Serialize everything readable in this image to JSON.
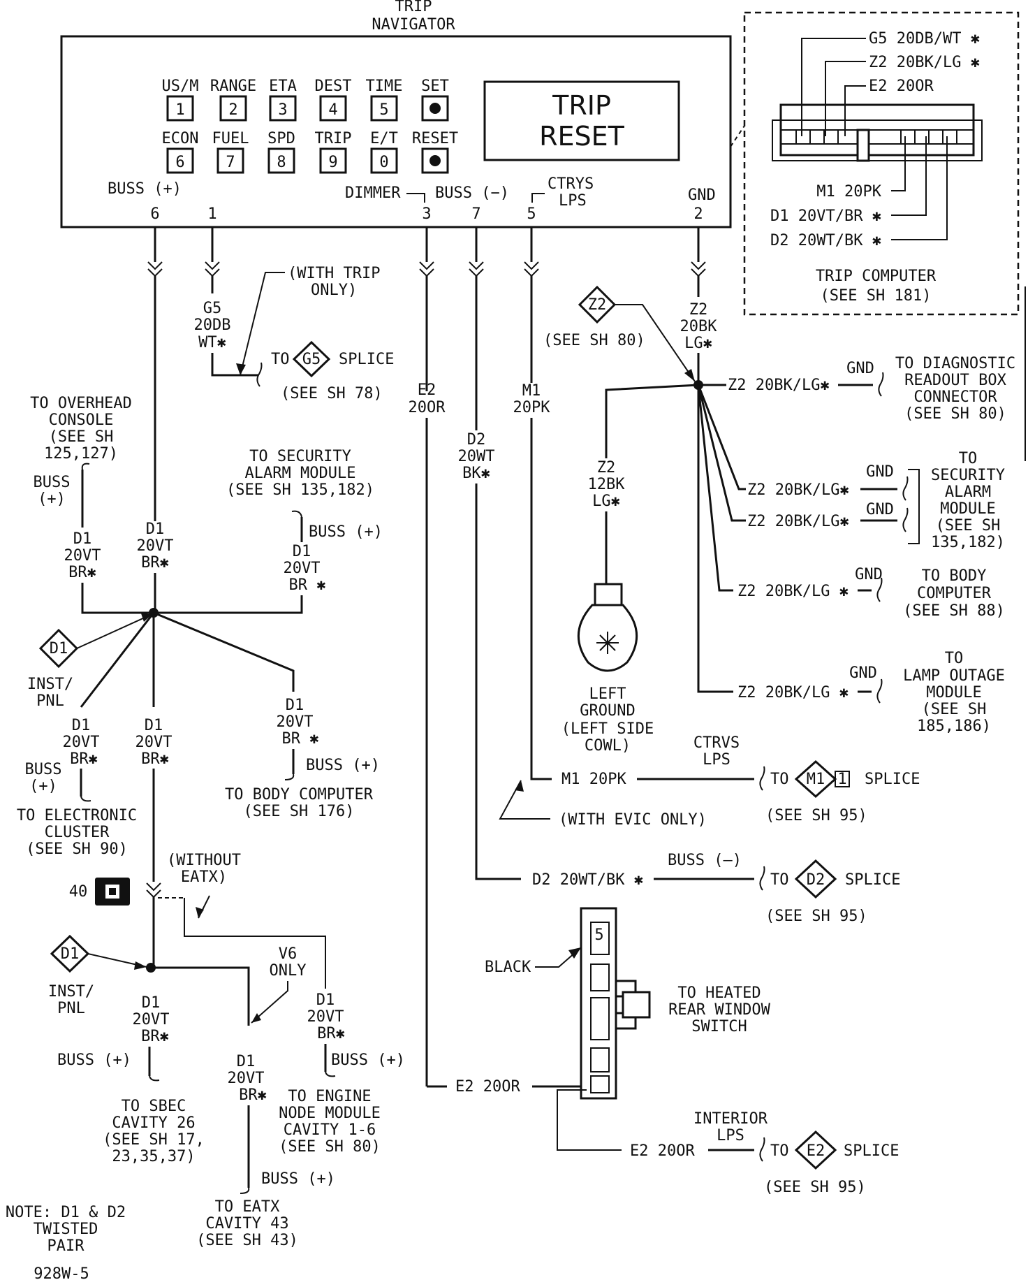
{
  "navigator": {
    "title1": "TRIP",
    "title2": "NAVIGATOR",
    "display_line1": "TRIP",
    "display_line2": "RESET",
    "keys_row1": [
      {
        "label": "US/M",
        "key": "1"
      },
      {
        "label": "RANGE",
        "key": "2"
      },
      {
        "label": "ETA",
        "key": "3"
      },
      {
        "label": "DEST",
        "key": "4"
      },
      {
        "label": "TIME",
        "key": "5"
      },
      {
        "label": "SET",
        "key": ""
      }
    ],
    "keys_row2": [
      {
        "label": "ECON",
        "key": "6"
      },
      {
        "label": "FUEL",
        "key": "7"
      },
      {
        "label": "SPD",
        "key": "8"
      },
      {
        "label": "TRIP",
        "key": "9"
      },
      {
        "label": "E/T",
        "key": "0"
      },
      {
        "label": "RESET",
        "key": ""
      }
    ],
    "pin_label_buss_pos": "BUSS (+)",
    "pin_label_dimmer": "DIMMER",
    "pin_label_buss_neg": "BUSS (−)",
    "pin_label_ctrys": "CTRYS",
    "pin_label_lps": "LPS",
    "pin_label_gnd": "GND",
    "pins": [
      "6",
      "1",
      "3",
      "7",
      "5",
      "2"
    ]
  },
  "trip_computer": {
    "wires_top": [
      "G5 20DB/WT ✱",
      "Z2 20BK/LG ✱",
      "E2 20OR"
    ],
    "wires_bottom": [
      "M1 20PK",
      "D1 20VT/BR ✱",
      "D2 20WT/BK ✱"
    ],
    "title": "TRIP COMPUTER",
    "ref": "(SEE SH 181)"
  },
  "labels": {
    "with_trip_only_1": "(WITH TRIP",
    "with_trip_only_2": "ONLY)",
    "g5_a": "G5",
    "g5_b": "20DB",
    "g5_c": "WT✱",
    "to": "TO",
    "g5": "G5",
    "splice": "SPLICE",
    "see_sh_78": "(SEE SH 78)",
    "e2_a": "E2",
    "e2_b": "20OR",
    "d2_a": "D2",
    "d2_b": "20WT",
    "d2_c": "BK✱",
    "m1_a": "M1",
    "m1_b": "20PK",
    "z2": "Z2",
    "see_sh_80": "(SEE SH 80)",
    "z2_a": "Z2",
    "z2_b": "20BK",
    "z2_c": "LG✱",
    "z2_wire": "Z2 20BK/LG✱",
    "z2_wire_sp": "Z2 20BK/LG ✱",
    "gnd": "GND",
    "diag_1": "TO DIAGNOSTIC",
    "diag_2": "READOUT BOX",
    "diag_3": "CONNECTOR",
    "diag_4": "(SEE SH 80)",
    "sec_1": "TO",
    "sec_2": "SECURITY",
    "sec_3": "ALARM",
    "sec_4": "MODULE",
    "sec_5": "(SEE SH",
    "sec_6": "135,182)",
    "body_1": "TO BODY",
    "body_2": "COMPUTER",
    "body_3": "(SEE SH 88)",
    "lamp_1": "TO",
    "lamp_2": "LAMP OUTAGE",
    "lamp_3": "MODULE",
    "lamp_4": "(SEE SH",
    "lamp_5": "185,186)",
    "z2_12_a": "Z2",
    "z2_12_b": "12BK",
    "z2_12_c": "LG✱",
    "lg_1": "LEFT",
    "lg_2": "GROUND",
    "lg_3": "(LEFT SIDE",
    "lg_4": "COWL)",
    "ctrvs": "CTRVS",
    "lps": "LPS",
    "m1_wire": "M1 20PK",
    "m1": "M1",
    "m1_pin": "1",
    "see_sh_95": "(SEE SH 95)",
    "with_evic": "(WITH EVIC ONLY)",
    "buss_neg": "BUSS (—)",
    "d2_wire": "D2 20WT/BK ✱",
    "d2": "D2",
    "overhead_1": "TO OVERHEAD",
    "overhead_2": "CONSOLE",
    "overhead_3": "(SEE SH",
    "overhead_4": "125,127)",
    "buss": "BUSS",
    "plus": "(+)",
    "buss_plus": "BUSS (+)",
    "secmod_1": "TO SECURITY",
    "secmod_2": "ALARM MODULE",
    "secmod_3": "(SEE SH 135,182)",
    "d1": "D1",
    "d1_20vt": "20VT",
    "d1_br": "BR✱",
    "d1_br_sp": "BR ✱",
    "inst": "INST/",
    "pnl": "PNL",
    "to_body_computer": "TO BODY COMPUTER",
    "see_sh_176": "(SEE SH 176)",
    "elec_1": "TO ELECTRONIC",
    "elec_2": "CLUSTER",
    "elec_3": "(SEE SH 90)",
    "without_1": "(WITHOUT",
    "without_2": "EATX)",
    "conn_40": "40",
    "v6_1": "V6",
    "v6_2": "ONLY",
    "sbec_1": "TO SBEC",
    "sbec_2": "CAVITY 26",
    "sbec_3": "(SEE SH 17,",
    "sbec_4": "23,35,37)",
    "eng_1": "TO ENGINE",
    "eng_2": "NODE MODULE",
    "eng_3": "CAVITY 1-6",
    "eng_4": "(SEE SH 80)",
    "eatx_1": "TO EATX",
    "eatx_2": "CAVITY 43",
    "eatx_3": "(SEE SH 43)",
    "note_1": "NOTE: D1 & D2",
    "note_2": "TWISTED",
    "note_3": "PAIR",
    "fig": "928W-5",
    "black": "BLACK",
    "cav5": "5",
    "heated_1": "TO HEATED",
    "heated_2": "REAR WINDOW",
    "heated_3": "SWITCH",
    "e2_wire": "E2 20OR",
    "interior": "INTERIOR",
    "e2": "E2"
  }
}
